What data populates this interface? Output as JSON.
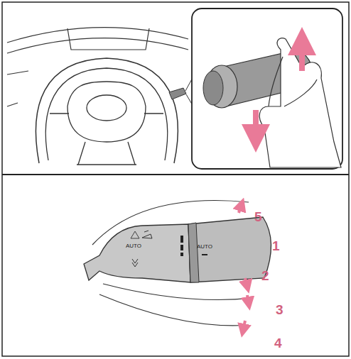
{
  "diagram": {
    "labels": [
      "5",
      "1",
      "2",
      "3",
      "4",
      "AUTO",
      "AUTO"
    ]
  }
}
